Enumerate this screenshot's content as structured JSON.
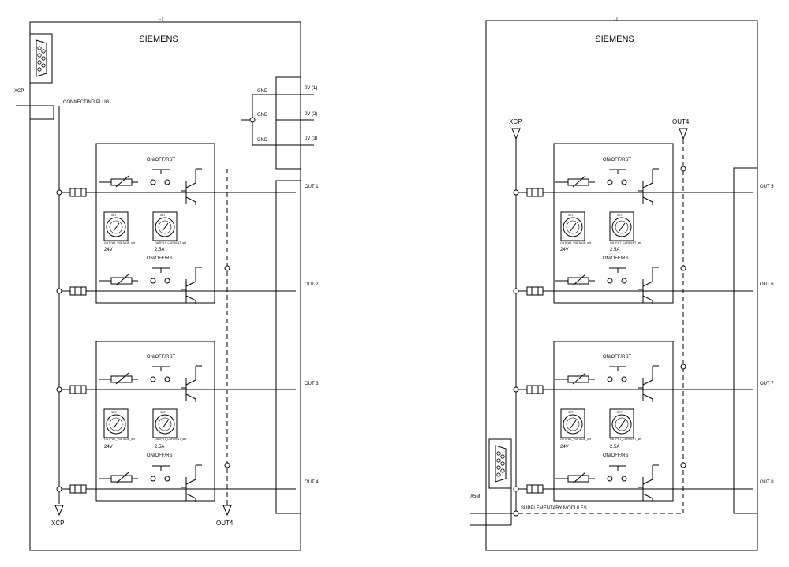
{
  "left_device": {
    "designation": "-T",
    "brand": "SIEMENS",
    "connector_label": "XCP",
    "connector_desc": "CONNECTING PLUG",
    "gnd_labels": [
      "GND",
      "GND",
      "GND"
    ],
    "ov_labels": [
      "0V (1)",
      "0V (2)",
      "0V (3)"
    ],
    "outputs": [
      "OUT 1",
      "OUT 2",
      "OUT 3",
      "OUT 4"
    ],
    "bottom_left": "XCP",
    "bottom_right": "OUT4"
  },
  "right_device": {
    "designation": "-T",
    "brand": "SIEMENS",
    "top_left": "XCP",
    "top_right": "OUT4",
    "outputs": [
      "OUT 5",
      "OUT 6",
      "OUT 7",
      "OUT 8"
    ],
    "x5m_label": "X5M",
    "supplementary": "SUPPLEMENTARY MODULES"
  },
  "module": {
    "switch_label": "ON/OFF/RST",
    "dial_voltage_label": "OUTPUT_VOLTAGE_set",
    "dial_current_label": "OUTPUT_CURRENT_set",
    "voltage_value": "24V",
    "current_value": "2.5A"
  }
}
